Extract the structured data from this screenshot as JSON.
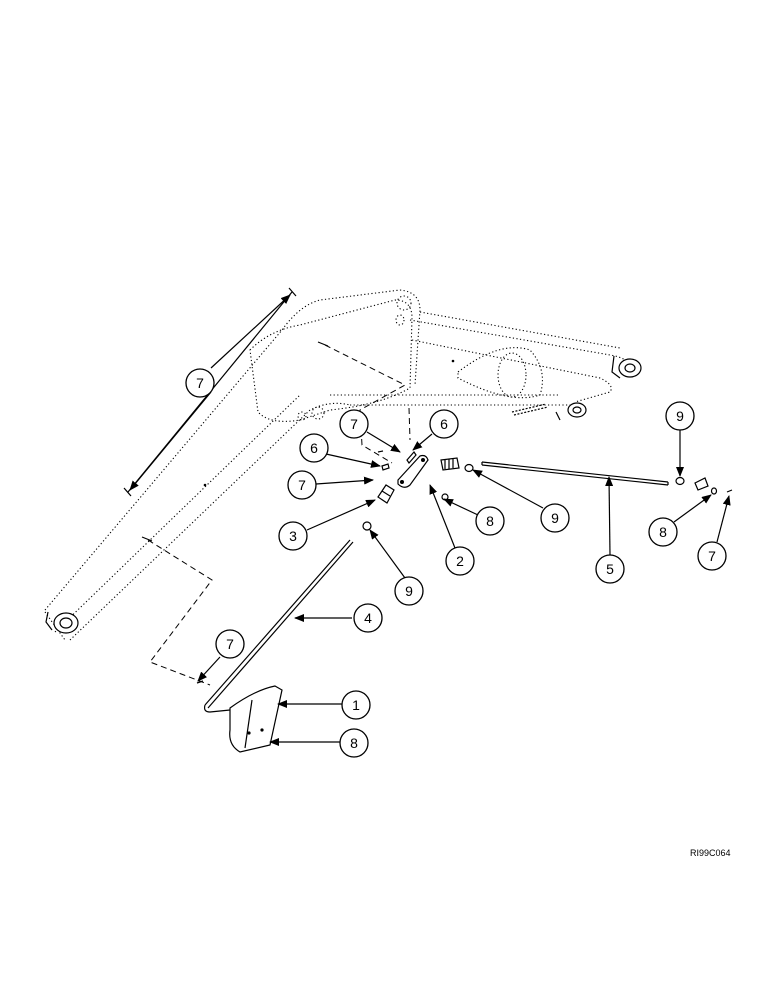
{
  "callouts": [
    "1",
    "2",
    "3",
    "4",
    "5",
    "6",
    "7",
    "8",
    "9"
  ],
  "reference_code": "RI99C064"
}
